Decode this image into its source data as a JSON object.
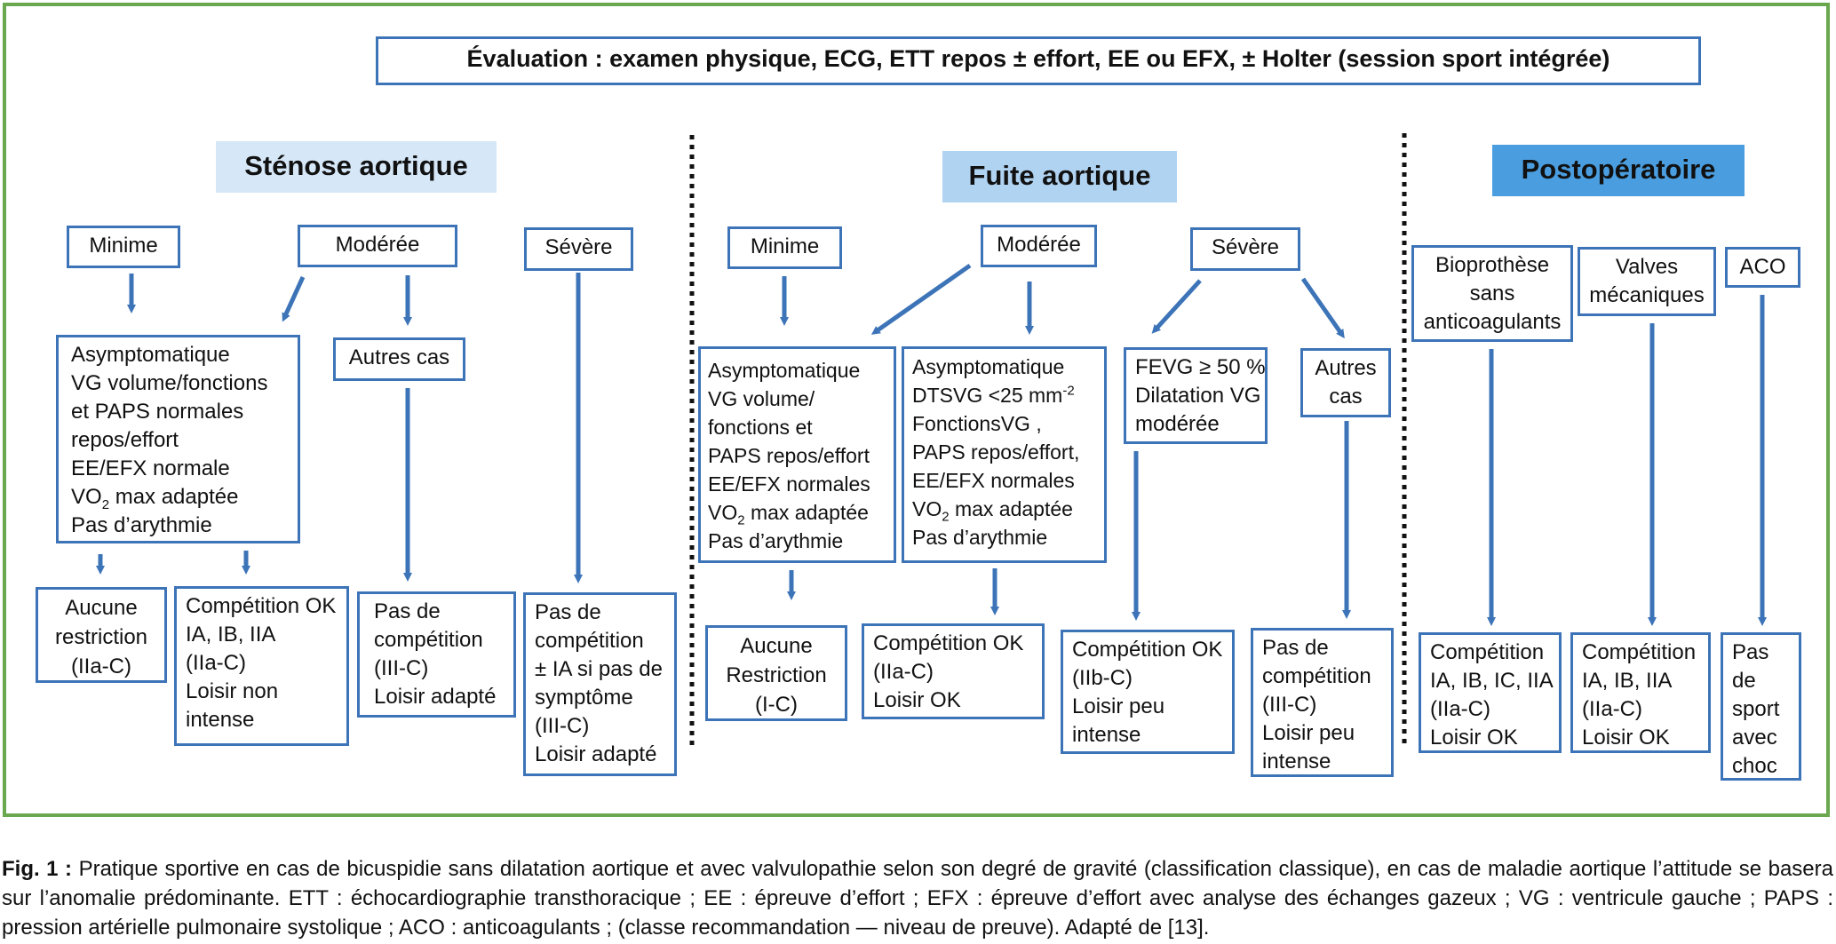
{
  "title": "Évaluation : examen physique, ECG, ETT repos ± effort, EE ou EFX, ± Holter (session sport intégrée)",
  "colors": {
    "frame": "#6aa84f",
    "box_border": "#3d74b8",
    "arrow": "#3d74b8",
    "header_light": "#d6e8f8",
    "header_mid": "#b0d3f2",
    "header_dark": "#4a9ee0"
  },
  "stenose": {
    "header": "Sténose aortique",
    "minime": "Minime",
    "moderee": "Modérée",
    "severe": "Sévère",
    "asympto": [
      "Asymptomatique",
      "VG volume/fonctions",
      "et PAPS normales",
      "repos/effort",
      "EE/EFX normale",
      "max adaptée",
      "Pas d’arythmie"
    ],
    "vo2": "VO",
    "vo2_sub": "2",
    "autres": "Autres cas",
    "out1": [
      "Aucune",
      "restriction",
      "(IIa-C)"
    ],
    "out2": [
      "Compétition OK",
      "IA, IB, IIA",
      "(IIa-C)",
      "Loisir non",
      "intense"
    ],
    "out3": [
      "Pas de",
      "compétition",
      "(III-C)",
      "Loisir adapté"
    ],
    "out4": [
      "Pas de",
      "compétition",
      "± IA si pas de",
      "symptôme",
      "(III-C)",
      "Loisir adapté"
    ]
  },
  "fuite": {
    "header": "Fuite aortique",
    "minime": "Minime",
    "moderee": "Modérée",
    "severe": "Sévère",
    "asympto1": [
      "Asymptomatique",
      "VG volume/",
      "fonctions et",
      "PAPS repos/effort",
      "EE/EFX normales",
      "max adaptée",
      "Pas d’arythmie"
    ],
    "asympto2": [
      "Asymptomatique",
      "DTSVG <25 mm",
      "FonctionsVG ,",
      "PAPS repos/effort,",
      "EE/EFX normales",
      "max adaptée",
      "Pas d’arythmie"
    ],
    "dtsvg_sup": "-2",
    "vo2": "VO",
    "vo2_sub": "2",
    "fevg": [
      "FEVG ≥ 50 %",
      "Dilatation VG",
      "modérée"
    ],
    "autres": [
      "Autres",
      "cas"
    ],
    "out1": [
      "Aucune",
      "Restriction",
      "(I-C)"
    ],
    "out2": [
      "Compétition OK",
      "(IIa-C)",
      "Loisir OK"
    ],
    "out3": [
      "Compétition OK",
      "(IIb-C)",
      "Loisir peu",
      "intense"
    ],
    "out4": [
      "Pas de",
      "compétition",
      "(III-C)",
      "Loisir peu",
      "intense"
    ]
  },
  "postop": {
    "header": "Postopératoire",
    "bio": [
      "Bioprothèse",
      "sans",
      "anticoagulants"
    ],
    "valves": [
      "Valves",
      "mécaniques"
    ],
    "aco": "ACO",
    "out1": [
      "Compétition",
      "IA, IB, IC, IIA",
      "(IIa-C)",
      "Loisir OK"
    ],
    "out2": [
      "Compétition",
      "IA, IB, IIA",
      "(IIa-C)",
      "Loisir OK"
    ],
    "out3": [
      "Pas",
      "de",
      "sport",
      "avec",
      "choc"
    ]
  },
  "caption": {
    "label": "Fig. 1 :",
    "text": " Pratique sportive en cas de bicuspidie sans dilatation aortique et avec valvulopathie selon son degré de gravité (classification classique), en cas de maladie aortique l’attitude se basera sur l’anomalie prédominante. ETT : échocardiographie transthoracique ; EE : épreuve d’effort ; EFX : épreuve d’effort avec analyse des échanges gazeux ; VG : ventricule gauche ; PAPS : pression artérielle pulmonaire systolique ; ACO : anticoagulants ; (classe recommandation — niveau de preuve). Adapté de [13]."
  }
}
